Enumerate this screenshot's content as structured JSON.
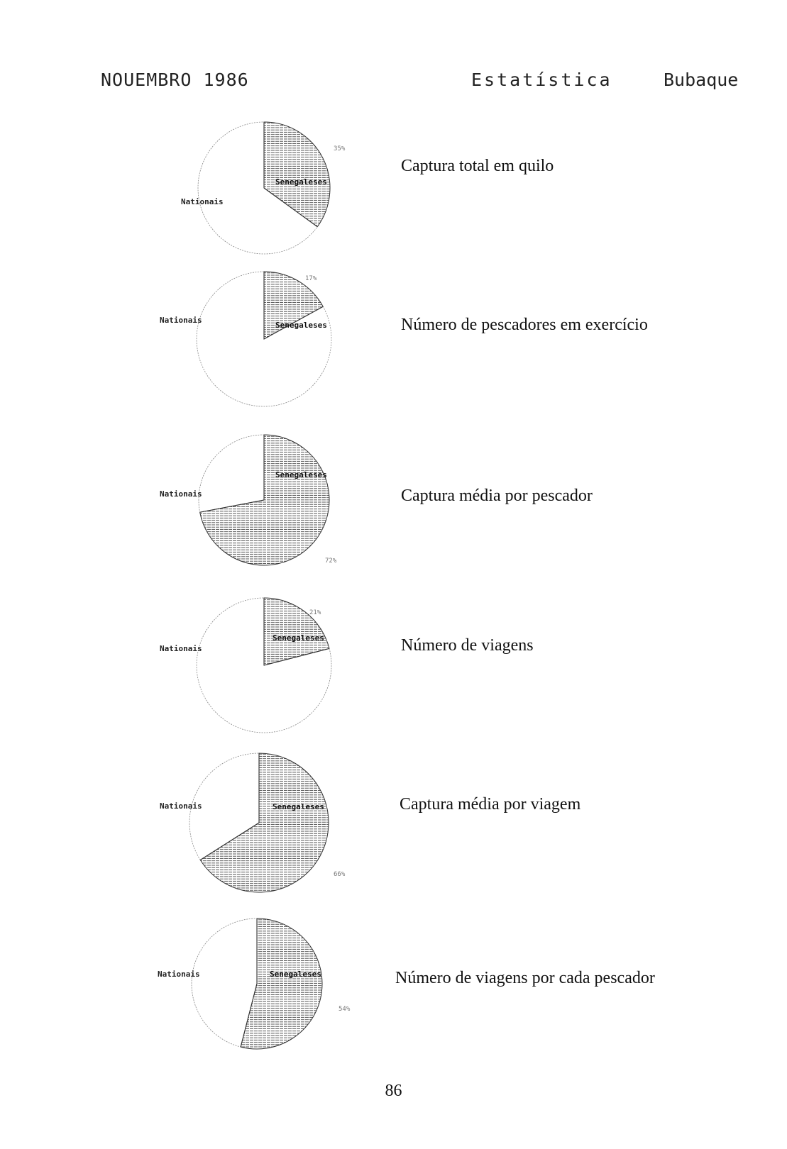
{
  "header": {
    "left": "NOUEMBRO  1986",
    "center": "Estatística",
    "right": "Bubaque"
  },
  "colors": {
    "stroke": "#333333",
    "hatch": "#444444",
    "background": "#ffffff"
  },
  "chart_data": [
    {
      "type": "pie",
      "title": "Captura total em quilo",
      "series": [
        {
          "name": "Senegaleses",
          "label": "Senegaleses",
          "value": 35,
          "pct_label": "35%"
        },
        {
          "name": "Nationais",
          "label": "Nationais",
          "value": 65
        }
      ]
    },
    {
      "type": "pie",
      "title": "Número de pescadores em exercício",
      "series": [
        {
          "name": "Senegaleses",
          "label": "Senegaleses",
          "value": 17,
          "pct_label": "17%"
        },
        {
          "name": "Nationais",
          "label": "Nationais",
          "value": 83
        }
      ]
    },
    {
      "type": "pie",
      "title": "Captura média por pescador",
      "series": [
        {
          "name": "Senegaleses",
          "label": "Senegaleses",
          "value": 72,
          "pct_label": "72%"
        },
        {
          "name": "Nationais",
          "label": "Nationais",
          "value": 28
        }
      ]
    },
    {
      "type": "pie",
      "title": "Número de viagens",
      "series": [
        {
          "name": "Senegaleses",
          "label": "Senegaleses",
          "value": 21,
          "pct_label": "21%"
        },
        {
          "name": "Nationais",
          "label": "Nationais",
          "value": 79
        }
      ]
    },
    {
      "type": "pie",
      "title": "Captura média por viagem",
      "series": [
        {
          "name": "Senegaleses",
          "label": "Senegaleses",
          "value": 66,
          "pct_label": "66%"
        },
        {
          "name": "Nationais",
          "label": "Nationais",
          "value": 34
        }
      ]
    },
    {
      "type": "pie",
      "title": "Número de viagens por cada pescador",
      "series": [
        {
          "name": "Senegaleses",
          "label": "Senegaleses",
          "value": 54,
          "pct_label": "54%"
        },
        {
          "name": "Nationais",
          "label": "Nationais",
          "value": 46
        }
      ]
    }
  ],
  "page_number": "86"
}
